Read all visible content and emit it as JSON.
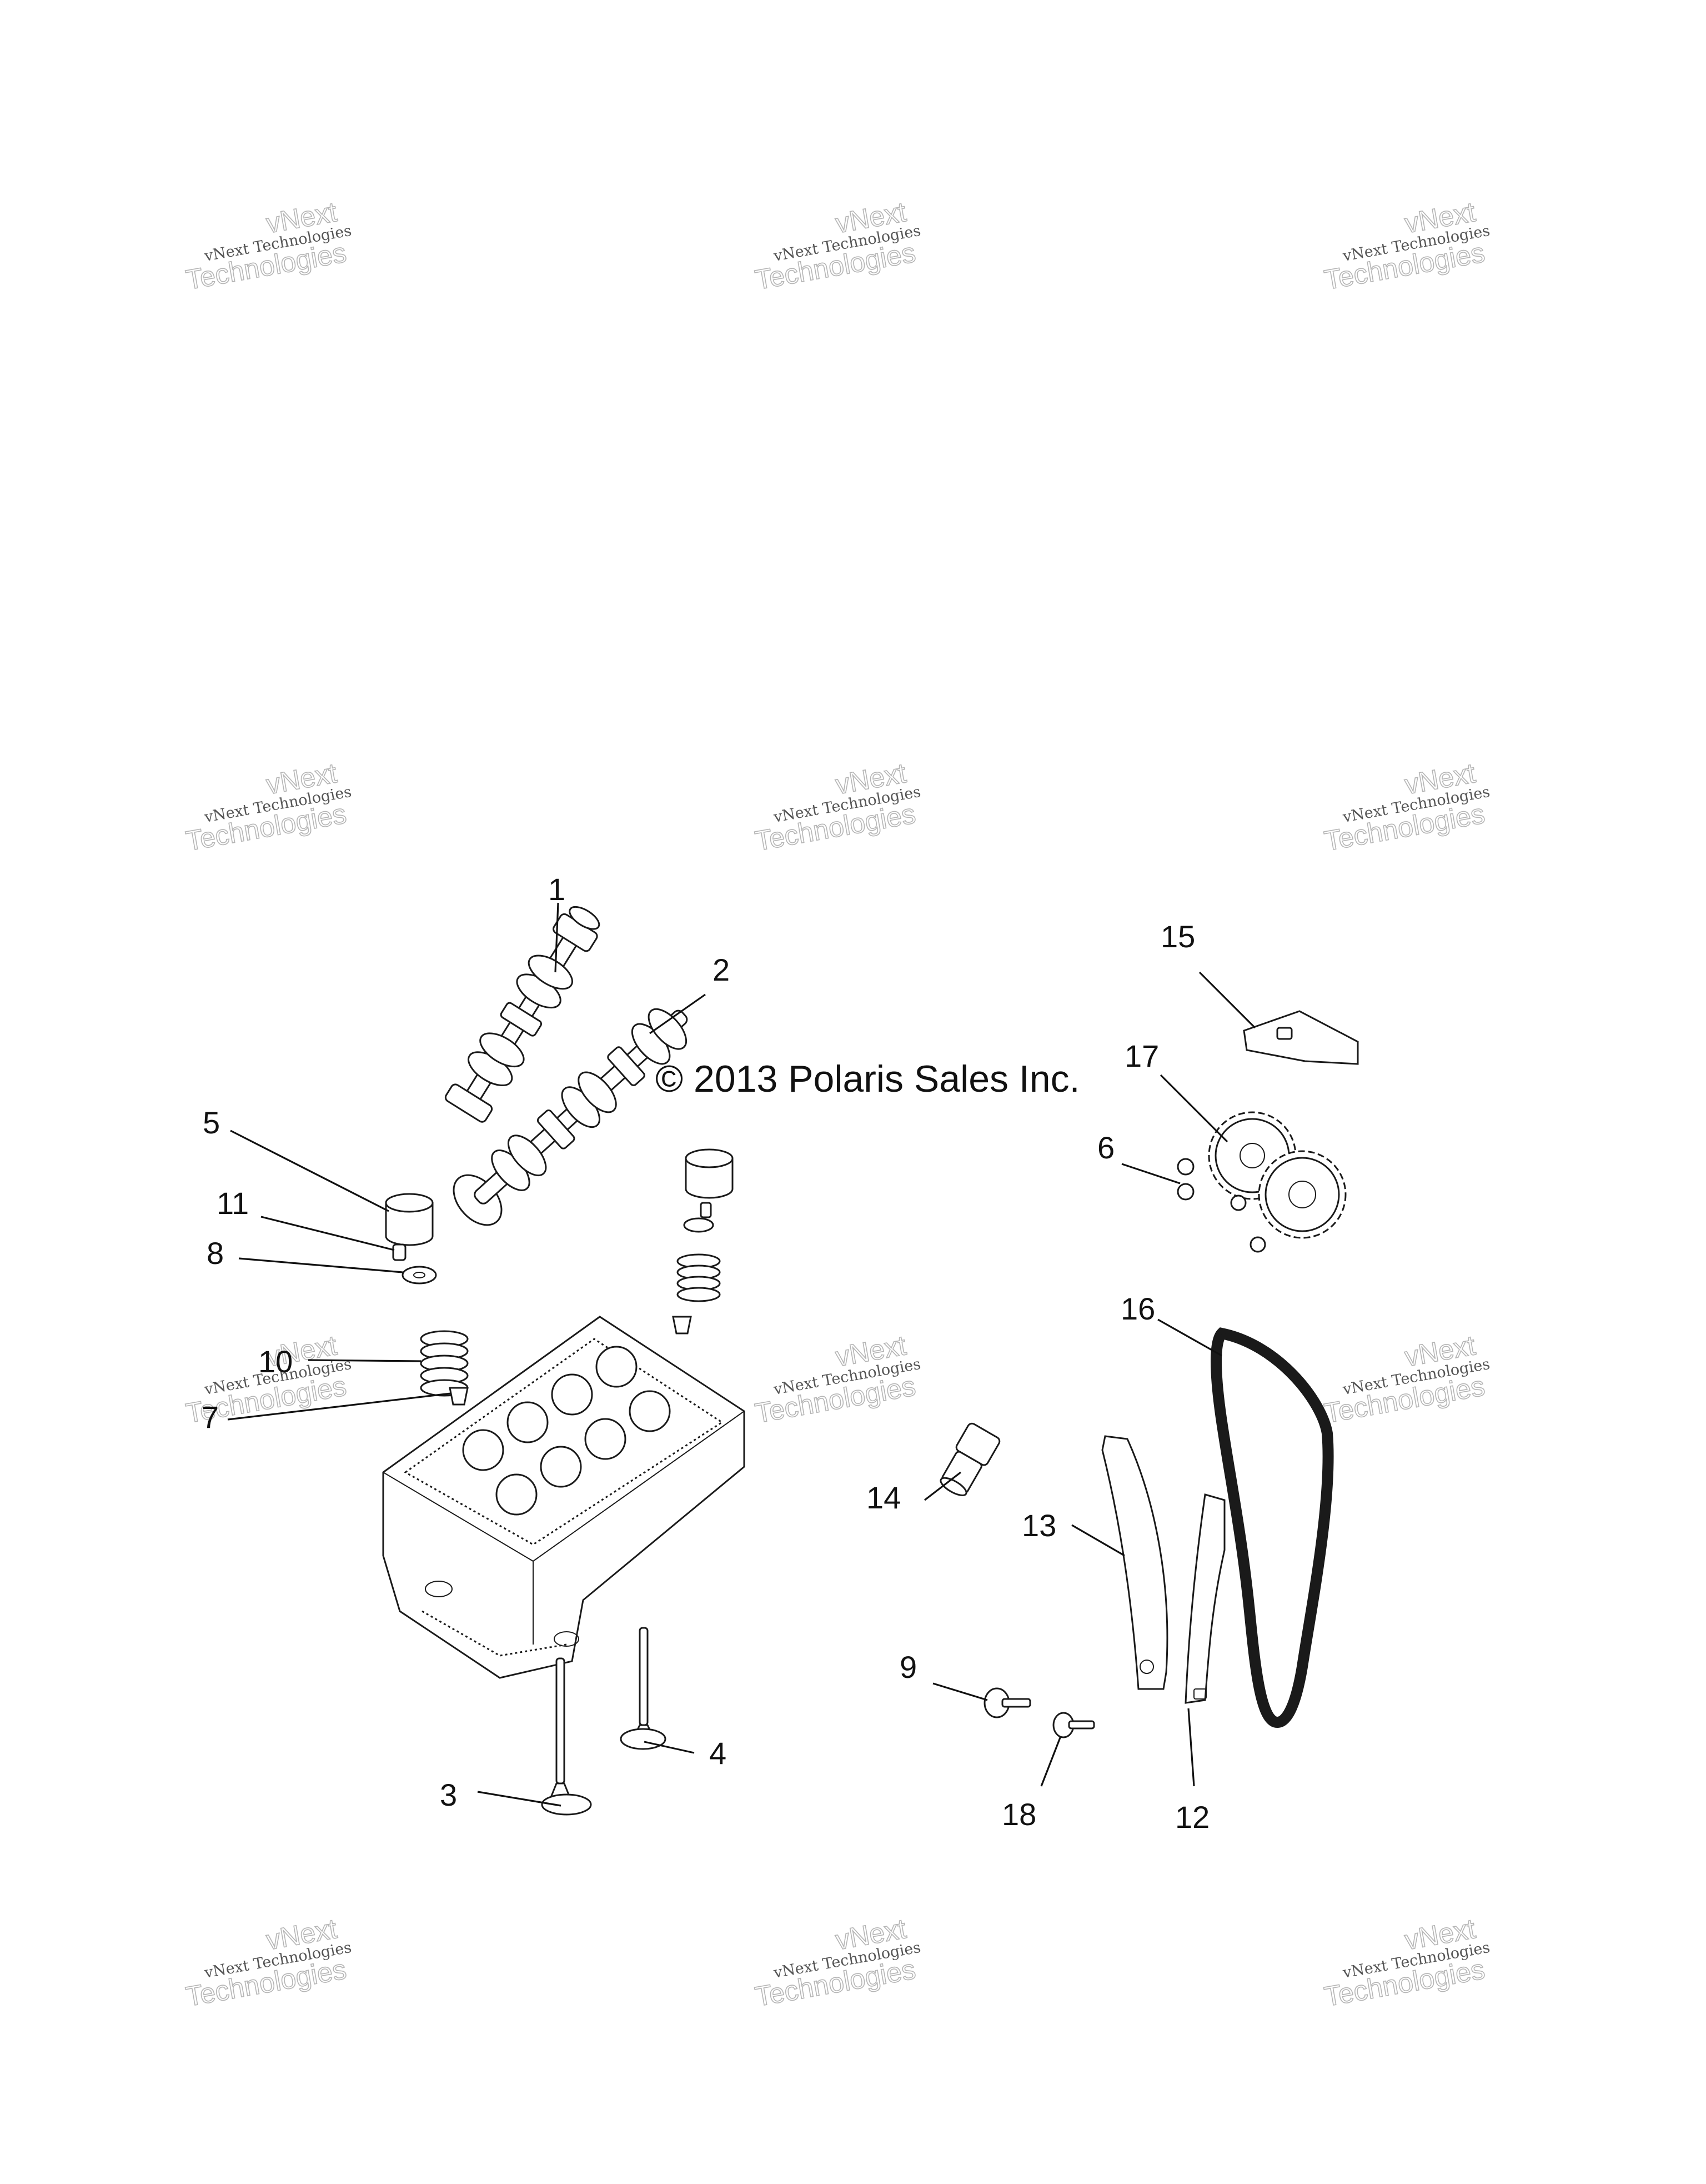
{
  "copyright": "© 2013 Polaris Sales Inc.",
  "watermark": {
    "line1": "vNext Technologies",
    "line2_top": "vNext",
    "line2_bottom": "Technologies"
  },
  "callouts": {
    "c1": "1",
    "c2": "2",
    "c3": "3",
    "c4": "4",
    "c5": "5",
    "c6": "6",
    "c7": "7",
    "c8": "8",
    "c9": "9",
    "c10": "10",
    "c11": "11",
    "c12": "12",
    "c13": "13",
    "c14": "14",
    "c15": "15",
    "c16": "16",
    "c17": "17",
    "c18": "18"
  },
  "colors": {
    "ink": "#111111",
    "watermark": "#b5b5b5"
  }
}
